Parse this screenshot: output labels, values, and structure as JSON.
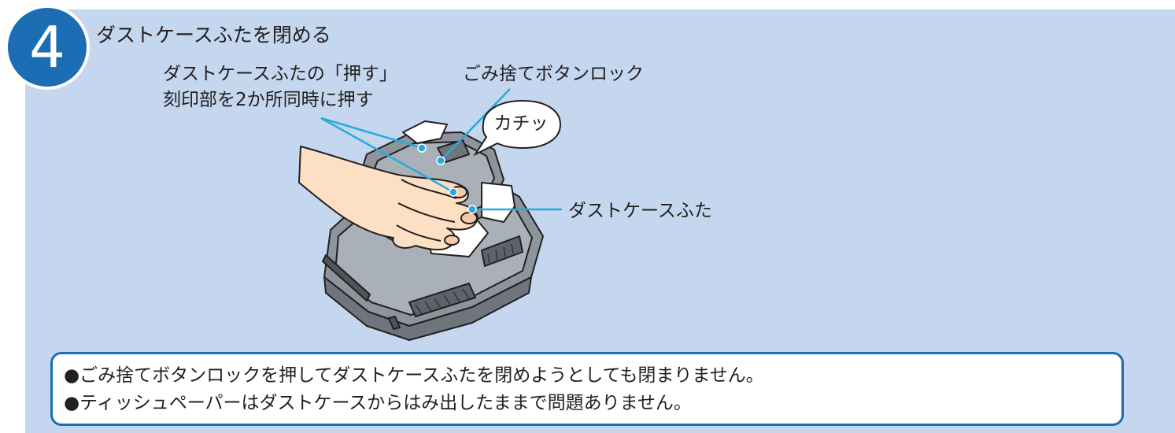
{
  "step": {
    "number": "4",
    "title": "ダストケースふたを閉める"
  },
  "callouts": {
    "press_marks_line1": "ダストケースふたの「押す」",
    "press_marks_line2": "刻印部を2か所同時に押す",
    "lock_button": "ごみ捨てボタンロック",
    "dust_case_lid": "ダストケースふた",
    "click_sound": "カチッ"
  },
  "notes": [
    "●ごみ捨てボタンロックを押してダストケースふたを閉めようとしても閉まりません。",
    "●ティッシュペーパーはダストケースからはみ出したままで問題ありません。"
  ],
  "colors": {
    "panel_background": "#c5d7ee",
    "accent_blue": "#1b6eb3",
    "leader_line": "#29a9e0",
    "text": "#231f20"
  }
}
